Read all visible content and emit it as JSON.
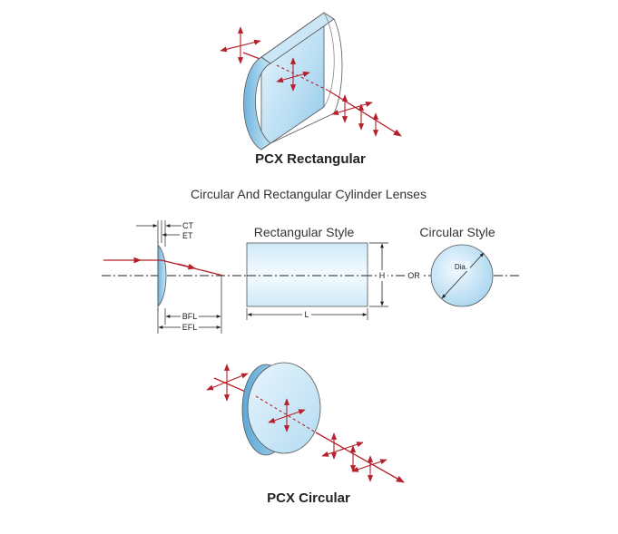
{
  "diagram": {
    "top_title": "PCX Rectangular",
    "heading": "Circular And Rectangular Cylinder Lenses",
    "bottom_title": "PCX Circular",
    "labels": {
      "ct": "CT",
      "et": "ET",
      "bfl": "BFL",
      "efl": "EFL",
      "rectangular_style": "Rectangular Style",
      "circular_style": "Circular Style",
      "length": "L",
      "height": "H",
      "or": "OR",
      "diameter": "Dia."
    }
  },
  "colors": {
    "lens_light": "#dff1fb",
    "lens_mid": "#a9d6ef",
    "lens_dark": "#6fb3dc",
    "edge": "#555555",
    "ray": "#b5202a",
    "dim_line": "#222222"
  }
}
